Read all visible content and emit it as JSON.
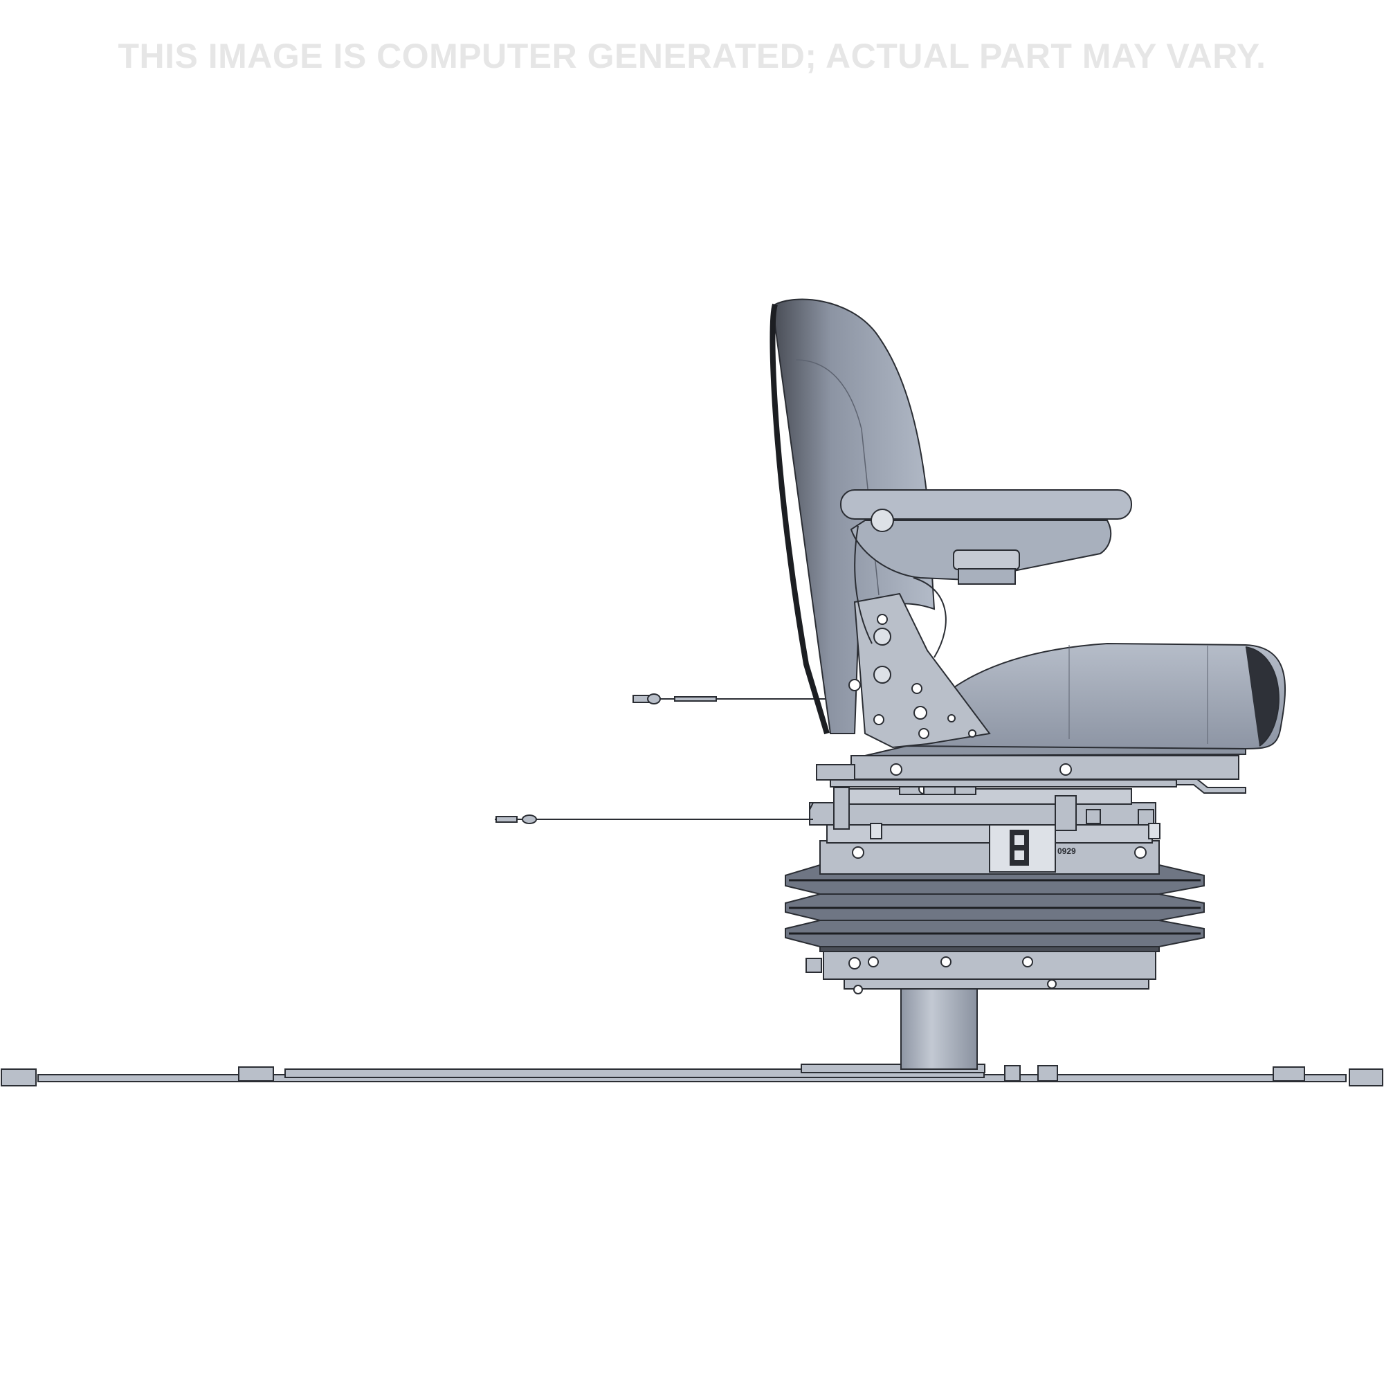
{
  "disclaimer": "THIS IMAGE IS COMPUTER GENERATED; ACTUAL PART MAY VARY.",
  "part_marking": "0929",
  "colors": {
    "background": "#ffffff",
    "disclaimer_text": "#e6e6e6",
    "seat_fill": "#a3abba",
    "seat_fill_light": "#b4bcc9",
    "metal_fill": "#b9bfc9",
    "outline": "#2a2d33",
    "bellows_dark": "#4a4e57"
  },
  "render": {
    "subject": "suspension-seat-side-view"
  }
}
